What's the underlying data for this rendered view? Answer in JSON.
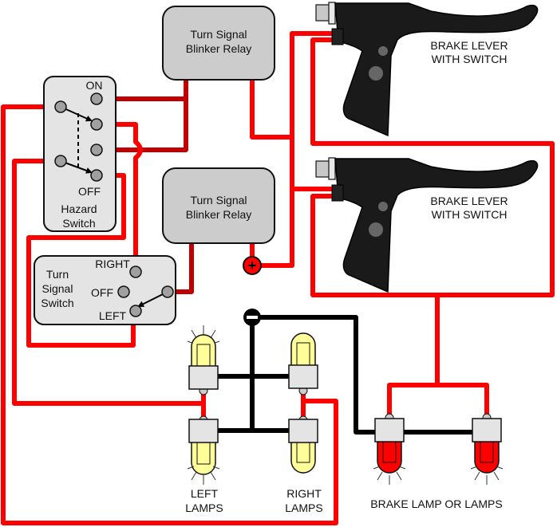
{
  "title": "Bicycle turn signal and brake light wiring diagram",
  "colors": {
    "wire_positive": "#ff0000",
    "wire_relay": "#c00000",
    "wire_ground": "#000000",
    "relay_fill": "#cccccc",
    "switch_fill": "#e4e4e4",
    "signal_lamp": "#ffff99",
    "brake_lamp": "#ff0000",
    "lever": "#1a1a1a"
  },
  "relays": [
    {
      "label_line1": "Turn Signal",
      "label_line2": "Blinker Relay"
    },
    {
      "label_line1": "Turn Signal",
      "label_line2": "Blinker Relay"
    }
  ],
  "hazard_switch": {
    "label_line1": "Hazard",
    "label_line2": "Switch",
    "on_label": "ON",
    "off_label": "OFF"
  },
  "turn_signal_switch": {
    "label_line1": "Turn",
    "label_line2": "Signal",
    "label_line3": "Switch",
    "right_label": "RIGHT",
    "off_label": "OFF",
    "left_label": "LEFT"
  },
  "brake_levers": [
    {
      "label_line1": "BRAKE LEVER",
      "label_line2": "WITH SWITCH"
    },
    {
      "label_line1": "BRAKE LEVER",
      "label_line2": "WITH SWITCH"
    }
  ],
  "battery": {
    "positive_symbol": "+",
    "negative_symbol": "−"
  },
  "lamps": {
    "left_line1": "LEFT",
    "left_line2": "LAMPS",
    "right_line1": "RIGHT",
    "right_line2": "LAMPS",
    "brake_label": "BRAKE LAMP OR LAMPS"
  }
}
